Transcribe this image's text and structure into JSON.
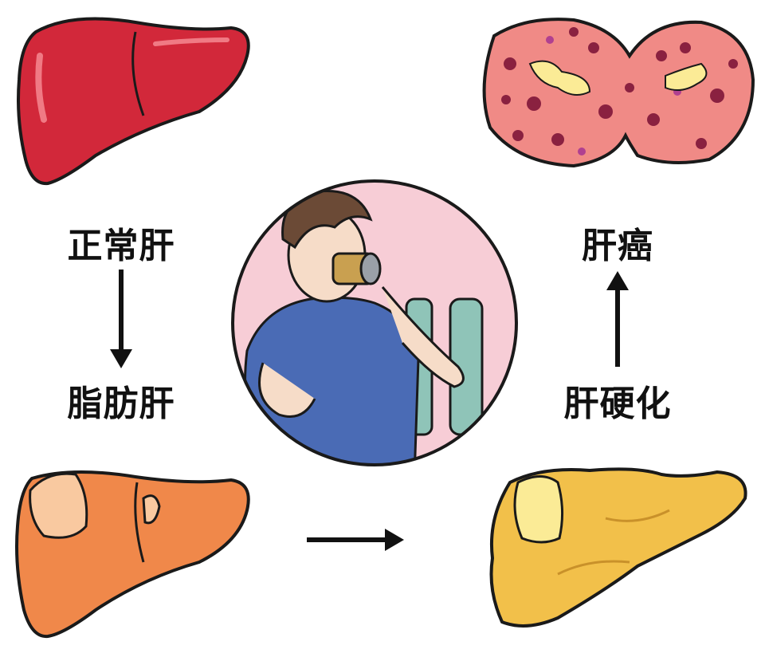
{
  "labels": {
    "normal_liver": "正常肝",
    "fatty_liver": "脂肪肝",
    "cirrhosis": "肝硬化",
    "liver_cancer": "肝癌"
  },
  "colors": {
    "normal_liver": "#d2283a",
    "fatty_liver": "#f0884a",
    "cirrhosis": "#f2c04a",
    "liver_cancer": "#f08a86",
    "circle_background": "#f7cdd6",
    "shirt": "#4a6bb5"
  }
}
